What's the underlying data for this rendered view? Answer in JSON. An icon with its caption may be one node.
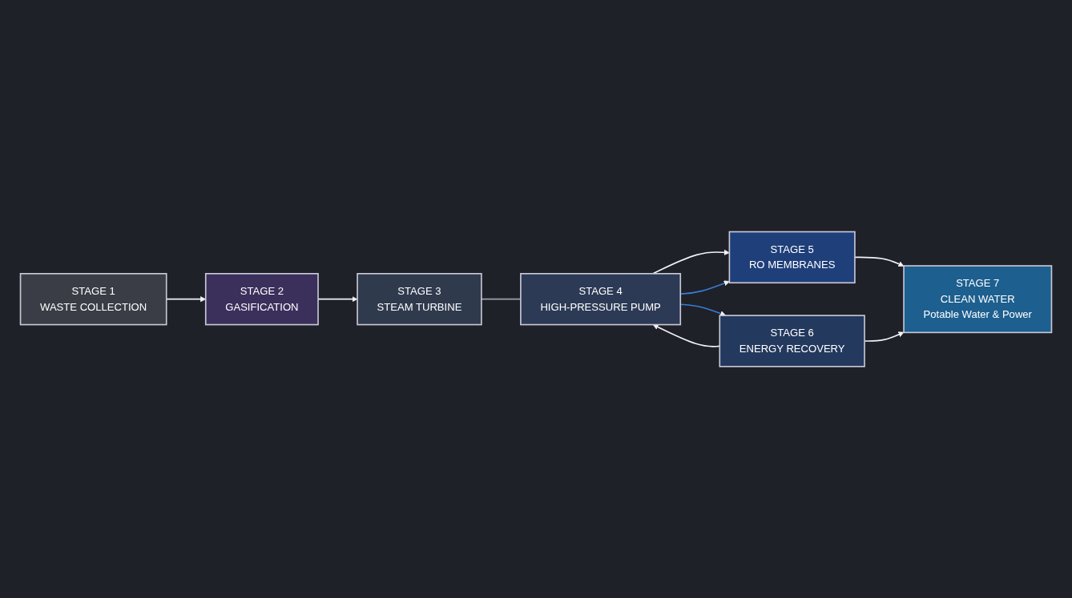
{
  "diagram": {
    "nodes": [
      {
        "text": [
          "STAGE 1",
          "WASTE COLLECTION"
        ]
      },
      {
        "text": [
          "STAGE 2",
          "GASIFICATION"
        ]
      },
      {
        "text": [
          "STAGE 3",
          "STEAM TURBINE"
        ]
      },
      {
        "text": [
          "STAGE 4",
          "HIGH-PRESSURE PUMP"
        ]
      },
      {
        "text": [
          "STAGE 5",
          "RO MEMBRANES"
        ]
      },
      {
        "text": [
          "STAGE 6",
          "ENERGY RECOVERY"
        ]
      },
      {
        "text": [
          "STAGE 7",
          "CLEAN WATER",
          "Potable Water & Power"
        ]
      }
    ],
    "edges": [
      {
        "from": 0,
        "to": 1,
        "arrow": "to"
      },
      {
        "from": 1,
        "to": 2,
        "arrow": "to"
      },
      {
        "from": 2,
        "to": 3,
        "arrow": "none",
        "color": "#9aa3ad"
      },
      {
        "from": 3,
        "to": 4,
        "arrow": "to"
      },
      {
        "from": 3,
        "to": 4,
        "arrow": "to",
        "color": "#3a7bd5"
      },
      {
        "from": 3,
        "to": 5,
        "arrow": "to",
        "color": "#3a7bd5"
      },
      {
        "from": 4,
        "to": 6,
        "arrow": "to"
      },
      {
        "from": 5,
        "to": 6,
        "arrow": "to"
      },
      {
        "from": 5,
        "to": 3,
        "arrow": "to"
      }
    ]
  }
}
